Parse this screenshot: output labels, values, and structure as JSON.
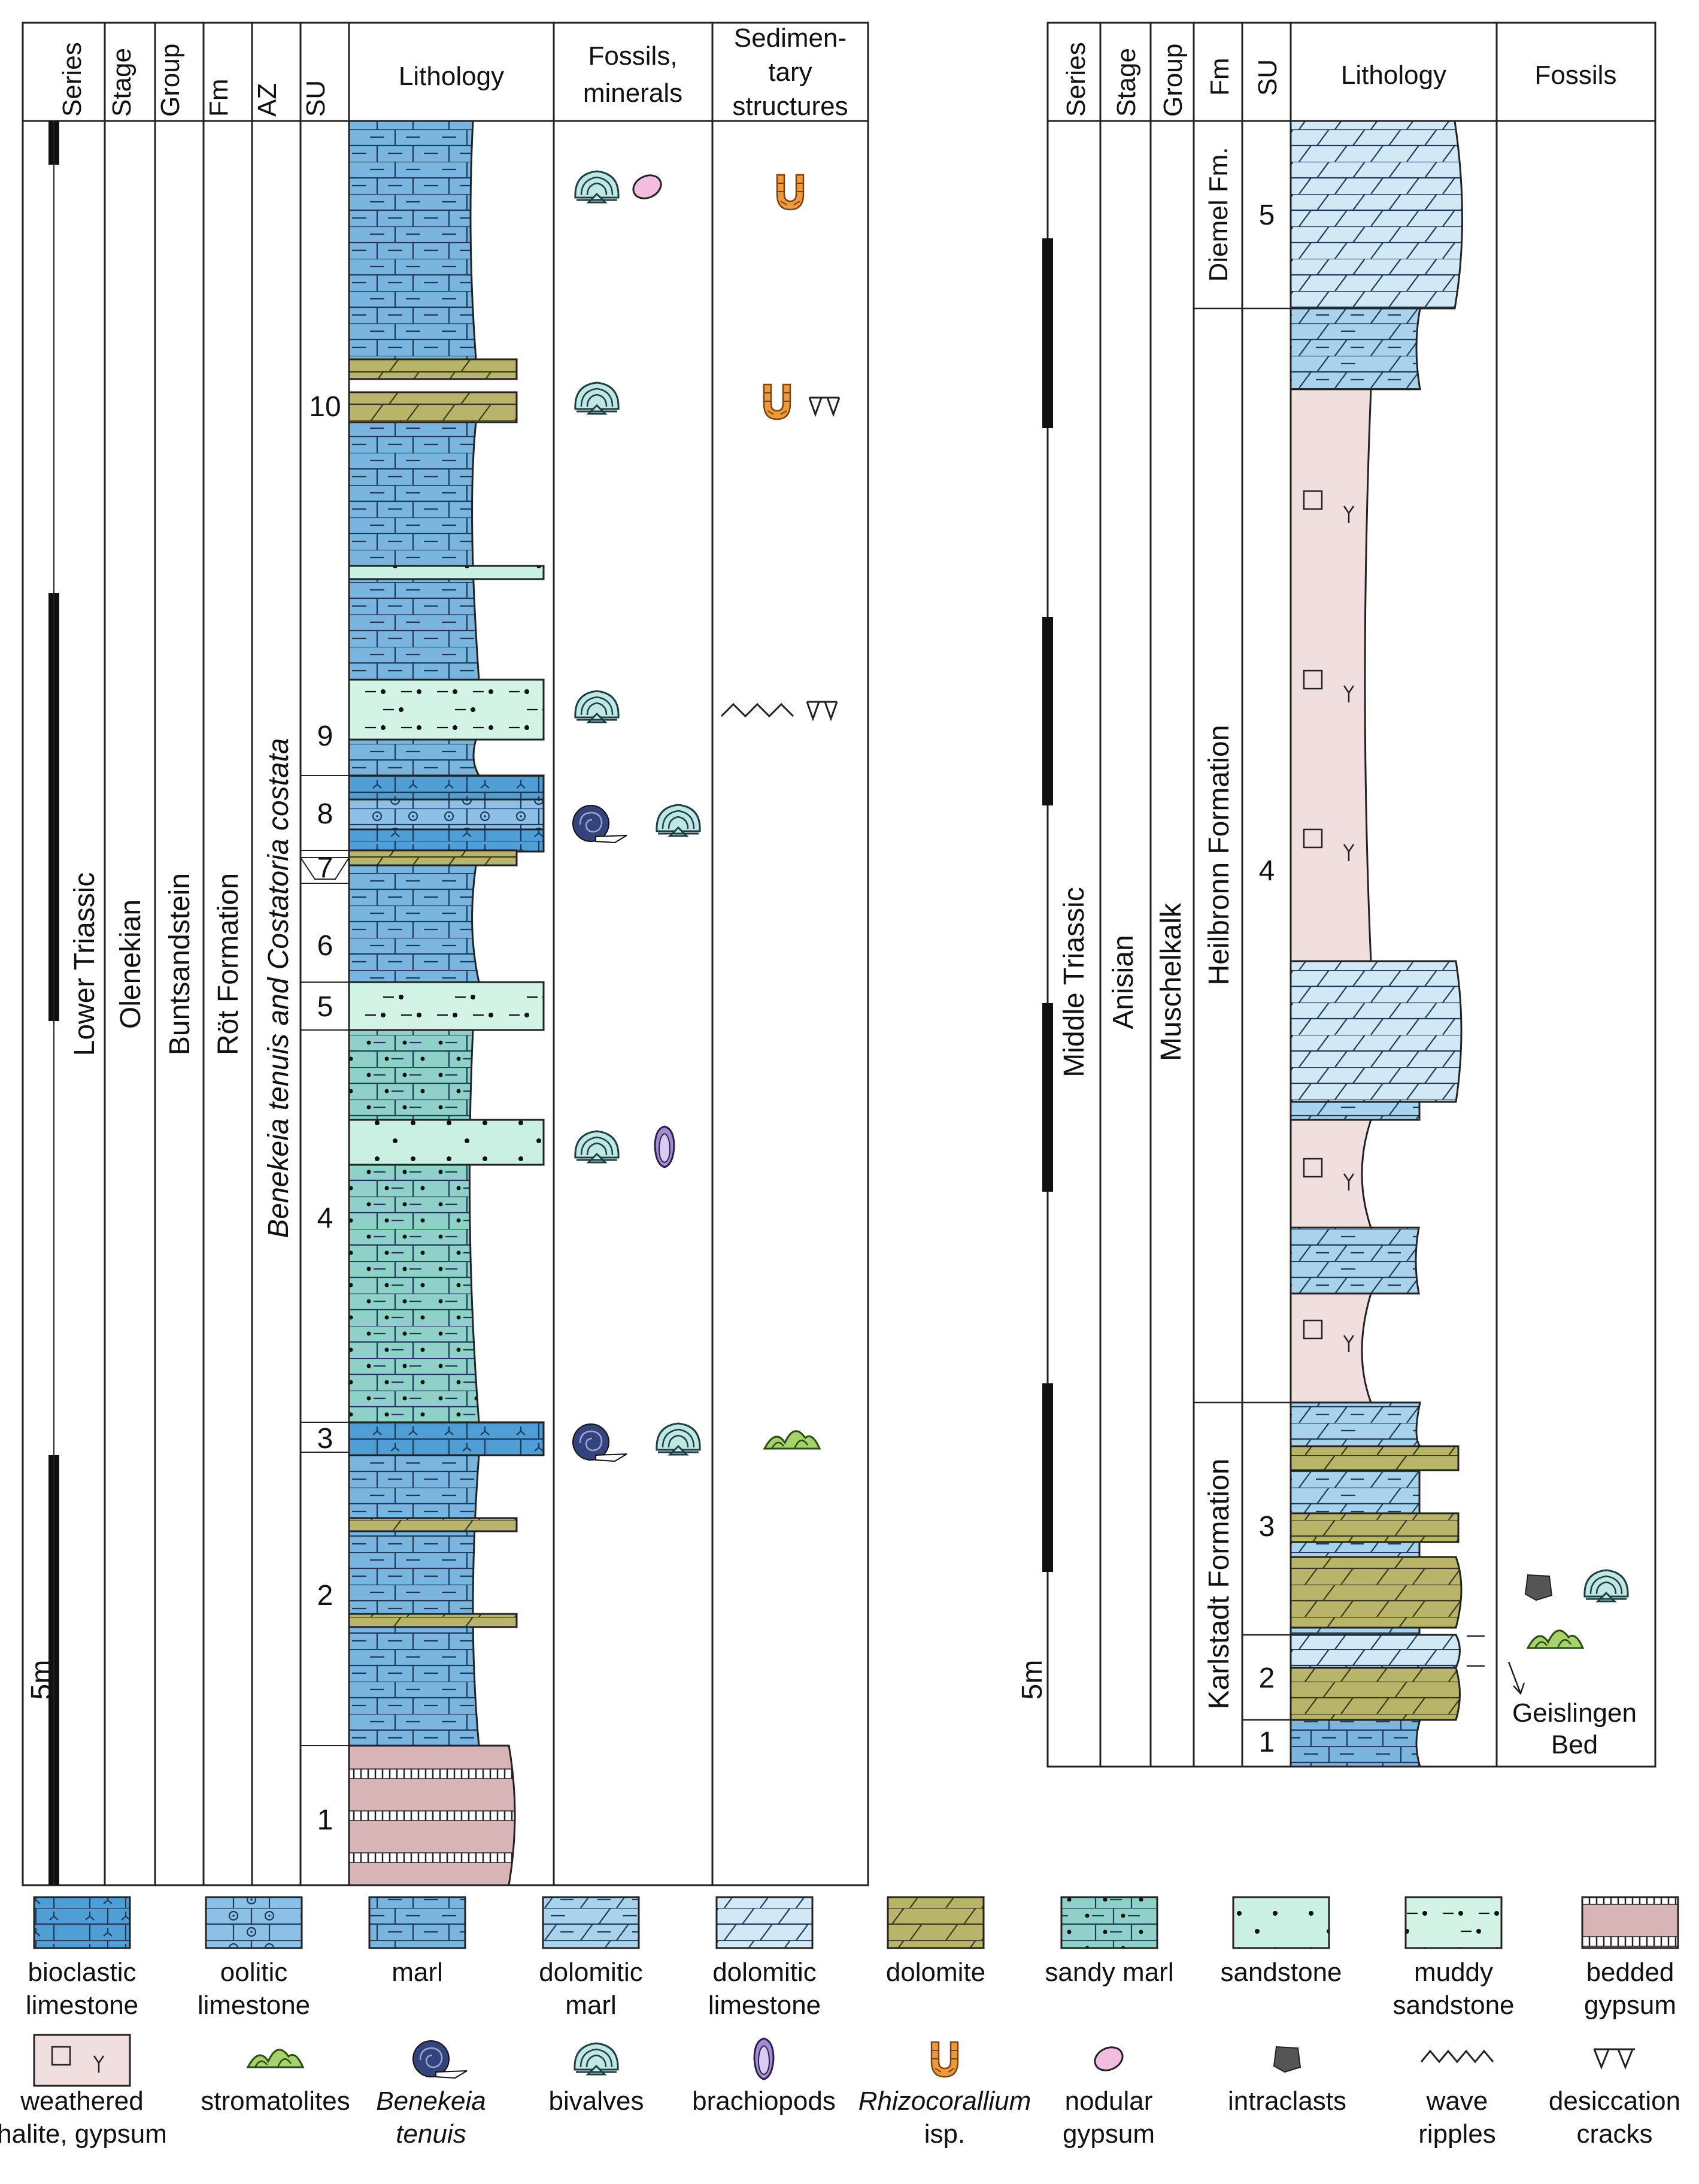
{
  "left_column": {
    "headers": {
      "series": "Series",
      "stage": "Stage",
      "group": "Group",
      "fm": "Fm",
      "az": "AZ",
      "su": "SU",
      "lithology": "Lithology",
      "fossils_minerals": [
        "Fossils,",
        "minerals"
      ],
      "sedimentary_structures": [
        "Sedimen-",
        "tary",
        "structures"
      ]
    },
    "series": "Lower Triassic",
    "stage": "Olenekian",
    "group": "Buntsandstein",
    "formation": "Röt Formation",
    "assemblage_zone": "Benekeia tenuis and Costatoria costata",
    "scale": "5m",
    "units": [
      "10",
      "9",
      "8",
      "7",
      "6",
      "5",
      "4",
      "3",
      "2",
      "1"
    ]
  },
  "right_column": {
    "headers": {
      "series": "Series",
      "stage": "Stage",
      "group": "Group",
      "fm": "Fm",
      "su": "SU",
      "lithology": "Lithology",
      "fossils": "Fossils"
    },
    "series": "Middle Triassic",
    "stage": "Anisian",
    "group": "Muschelkalk",
    "formations": [
      "Diemel Fm.",
      "Heilbronn Formation",
      "Karlstadt Formation"
    ],
    "units": [
      "5",
      "4",
      "3",
      "2",
      "1"
    ],
    "scale": "5m",
    "annotation": [
      "Geislingen",
      "Bed"
    ]
  },
  "legend": [
    {
      "key": "bioclastic-limestone",
      "label": [
        "bioclastic",
        "limestone"
      ]
    },
    {
      "key": "oolitic-limestone",
      "label": [
        "oolitic",
        "limestone"
      ]
    },
    {
      "key": "marl",
      "label": [
        "marl"
      ]
    },
    {
      "key": "dolomitic-marl",
      "label": [
        "dolomitic",
        "marl"
      ]
    },
    {
      "key": "dolomitic-limestone",
      "label": [
        "dolomitic",
        "limestone"
      ]
    },
    {
      "key": "dolomite",
      "label": [
        "dolomite"
      ]
    },
    {
      "key": "sandy-marl",
      "label": [
        "sandy marl"
      ]
    },
    {
      "key": "sandstone",
      "label": [
        "sandstone"
      ]
    },
    {
      "key": "muddy-sandstone",
      "label": [
        "muddy",
        "sandstone"
      ]
    },
    {
      "key": "bedded-gypsum",
      "label": [
        "bedded",
        "gypsum"
      ]
    },
    {
      "key": "weathered-halite-gypsum",
      "label": [
        "weathered",
        "halite, gypsum"
      ]
    },
    {
      "key": "stromatolites",
      "label": [
        "stromatolites"
      ]
    },
    {
      "key": "benekeia-tenuis",
      "label": [
        "Benekeia",
        "tenuis"
      ]
    },
    {
      "key": "bivalves",
      "label": [
        "bivalves"
      ]
    },
    {
      "key": "brachiopods",
      "label": [
        "brachiopods"
      ]
    },
    {
      "key": "rhizocorallium",
      "label": [
        "Rhizocorallium",
        "isp."
      ]
    },
    {
      "key": "nodular-gypsum",
      "label": [
        "nodular",
        "gypsum"
      ]
    },
    {
      "key": "intraclasts",
      "label": [
        "intraclasts"
      ]
    },
    {
      "key": "wave-ripples",
      "label": [
        "wave",
        "ripples"
      ]
    },
    {
      "key": "desiccation-cracks",
      "label": [
        "desiccation",
        "cracks"
      ]
    }
  ],
  "colors": {
    "bioclastic_limestone": "#4f9fd6",
    "oolitic_limestone": "#8cc0e6",
    "marl": "#79b5df",
    "dolomitic_marl": "#a9d2ec",
    "dolomitic_limestone": "#d2e8f5",
    "dolomite": "#b8b46a",
    "sandy_marl": "#8fd0c8",
    "sandstone": "#c9f0e2",
    "muddy_sandstone": "#d3f3e6",
    "bedded_gypsum": "#d9b4b6",
    "halite_gypsum": "#f1dede",
    "benekeia": "#34437c",
    "bivalve": "#bfe8e4",
    "brachiopod": "#a28bd0",
    "rhizocorallium": "#ee9a3c",
    "nodular_gypsum": "#f3bde0",
    "intraclast": "#555555",
    "stromatolite": "#a6d26b"
  }
}
